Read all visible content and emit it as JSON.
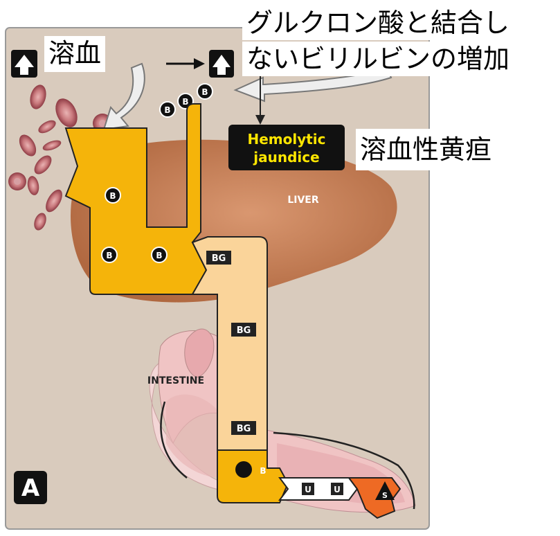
{
  "labels": {
    "hemolysis_jp": "溶血",
    "unconjugated_increase_line1": "グルクロン酸と結合し",
    "unconjugated_increase_line2": "ないビリルビンの増加",
    "hemolytic_jaundice_jp": "溶血性黄疸",
    "hemolytic_line1": "Hemolytic",
    "hemolytic_line2": "jaundice",
    "liver": "LIVER",
    "intestine": "INTESTINE",
    "panel": "A",
    "bilirubin": "B",
    "bilirubin_glucuronide": "BG",
    "urobilinogen": "U",
    "stercobilin": "S"
  },
  "colors": {
    "panel_bg": "#d9cbbd",
    "unconjugated_yellow": "#f5b40a",
    "conjugated_peach": "#fad49a",
    "liver": "#c47a52",
    "intestine_pink": "#f0c4c4",
    "jaundice_box": "#111111",
    "jaundice_text": "#ffe600",
    "stercobilin_orange": "#ee6a24"
  }
}
